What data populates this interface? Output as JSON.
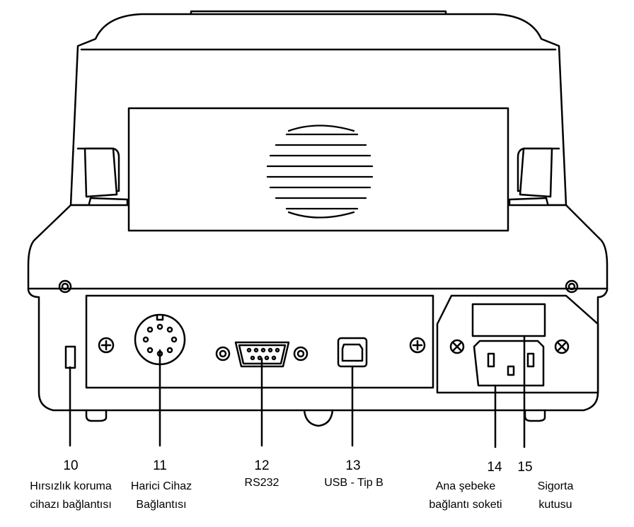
{
  "callouts": [
    {
      "number": "10",
      "label_lines": [
        "Hırsızlık koruma",
        "cihazı bağlantısı"
      ]
    },
    {
      "number": "11",
      "label_lines": [
        "Harici Cihaz",
        "Bağlantısı"
      ]
    },
    {
      "number": "12",
      "label_lines": [
        "RS232"
      ]
    },
    {
      "number": "13",
      "label_lines": [
        "USB - Tip B"
      ]
    },
    {
      "number": "14",
      "label_lines": [
        "Ana şebeke",
        "bağlantı soketi"
      ]
    },
    {
      "number": "15",
      "label_lines": [
        "Sigorta",
        "kutusu"
      ]
    }
  ],
  "colors": {
    "line": "#000000",
    "background": "#ffffff"
  }
}
